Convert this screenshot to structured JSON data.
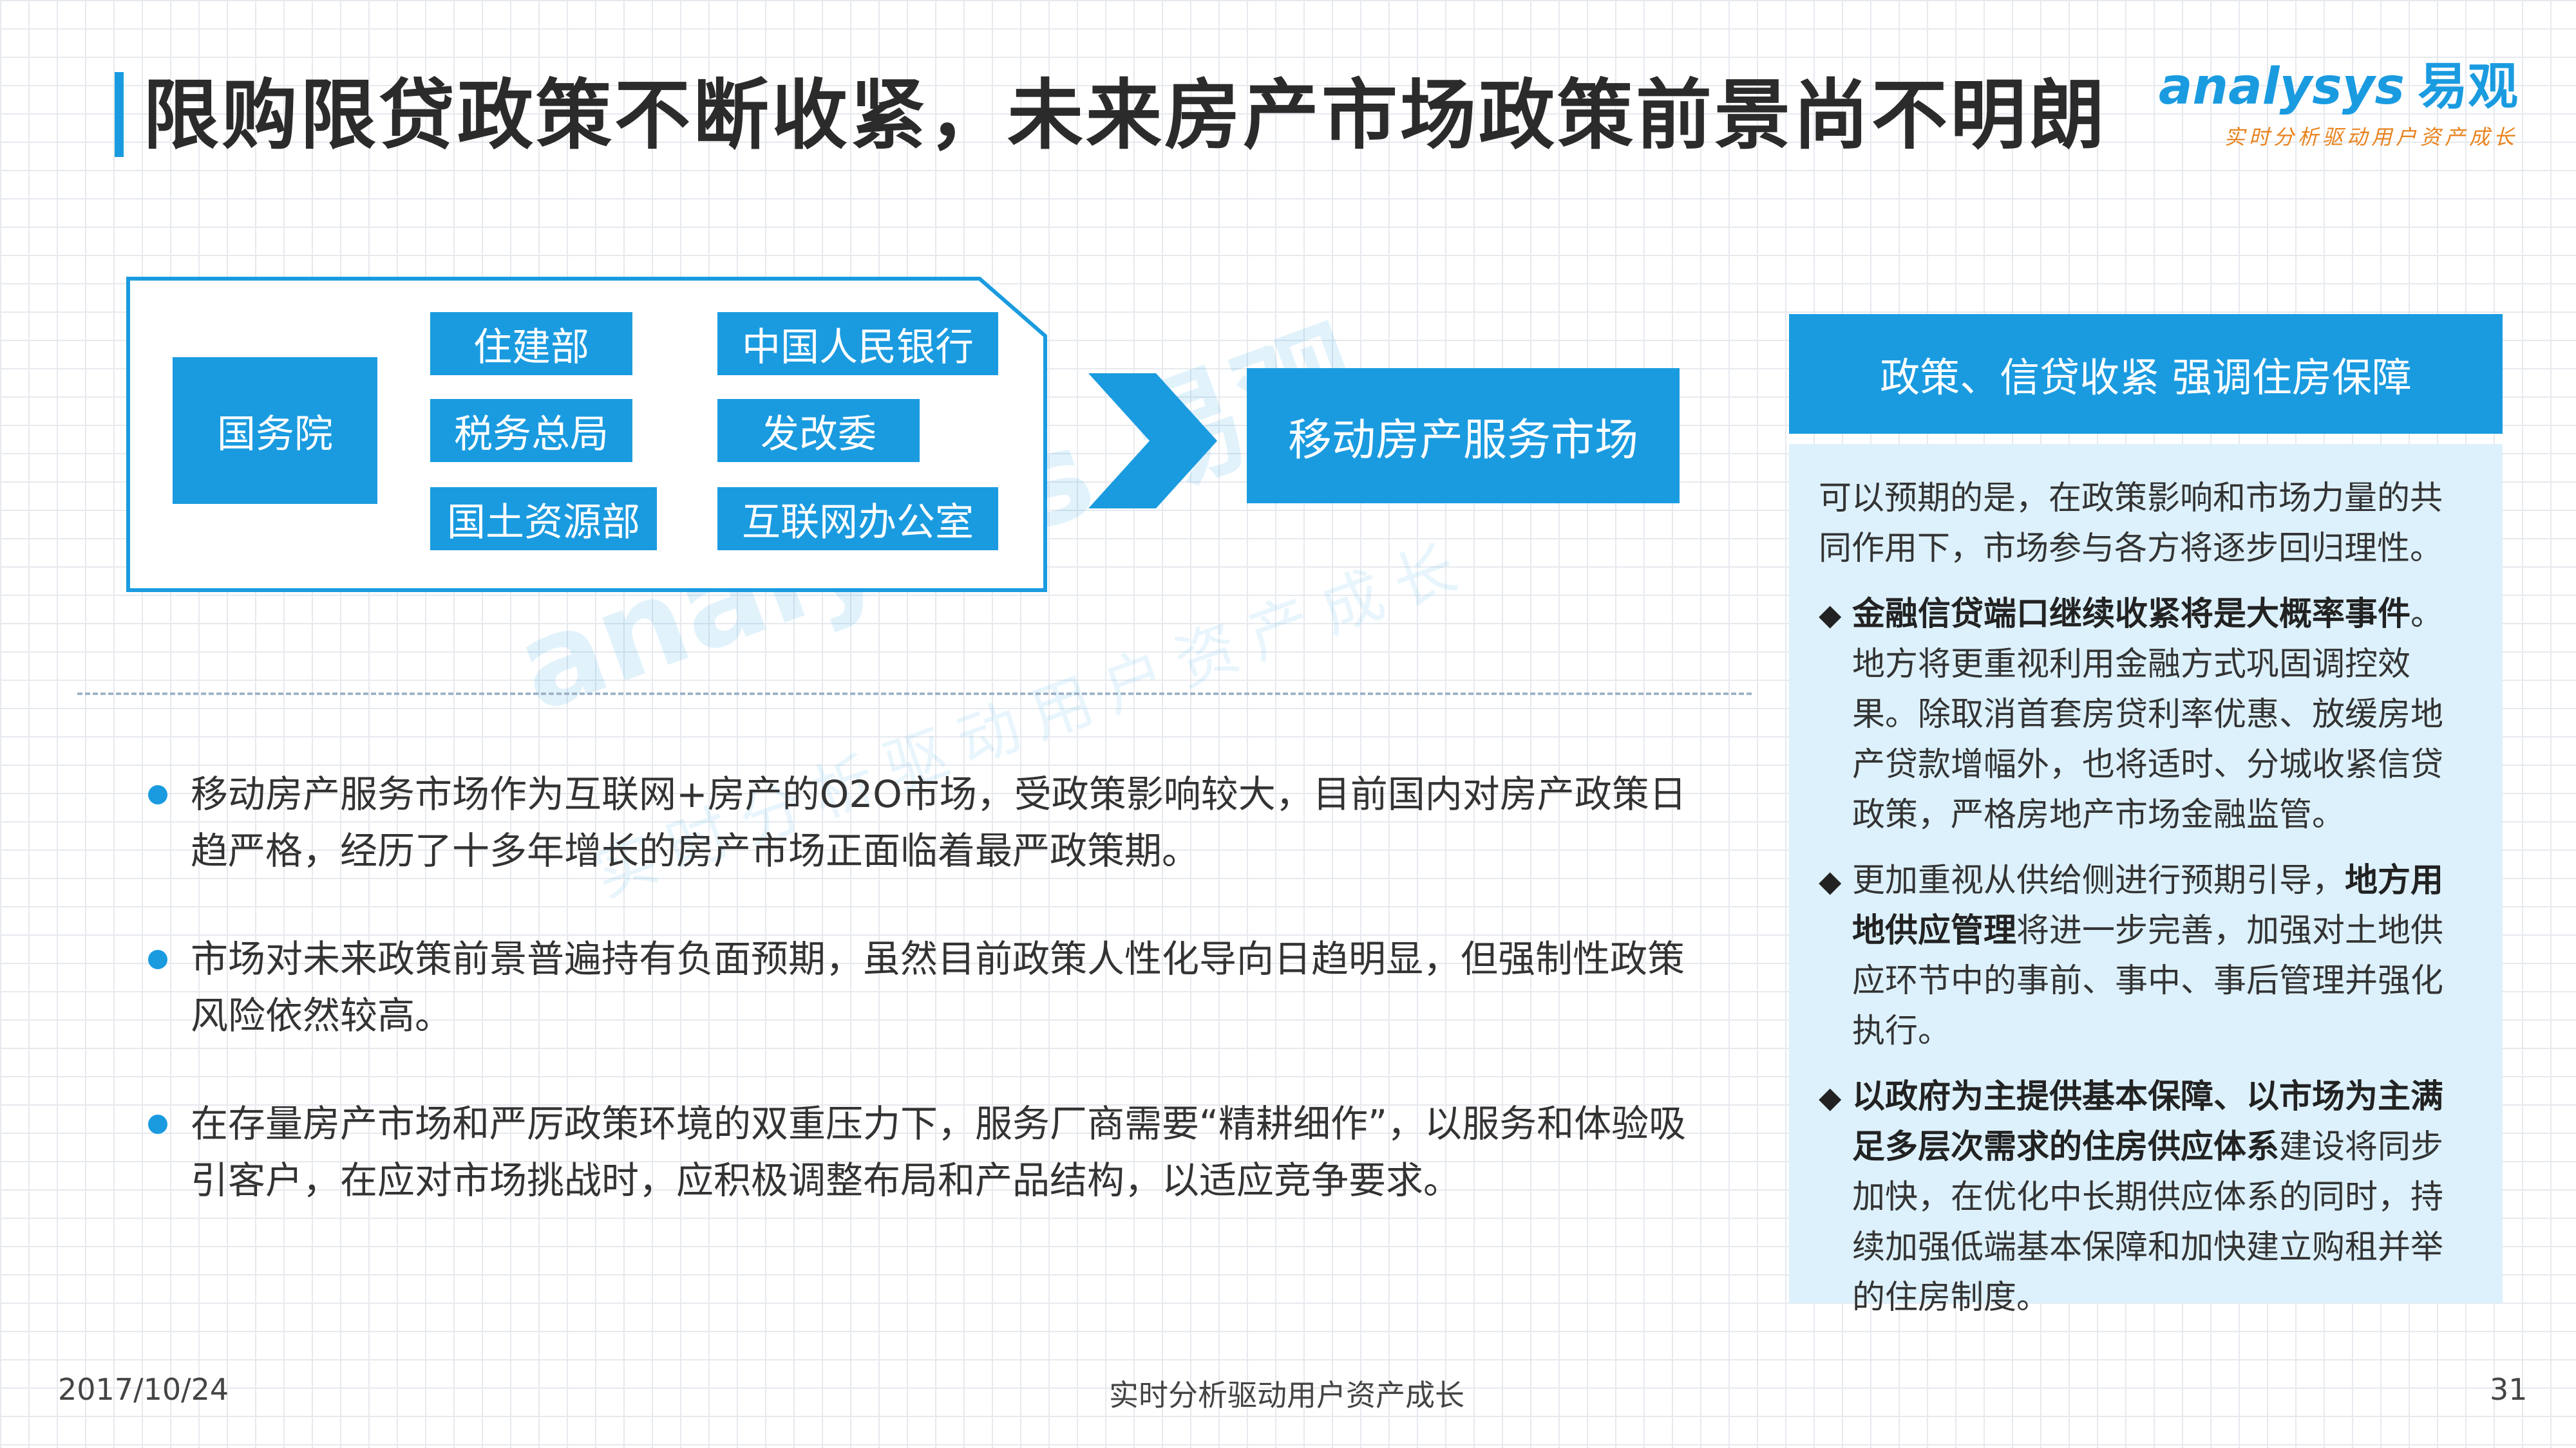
{
  "title": "限购限贷政策不断收紧，未来房产市场政策前景尚不明朗",
  "logo": {
    "latin": "analysys",
    "cn": "易观",
    "slogan": "实时分析驱动用户资产成长"
  },
  "diagram": {
    "authority": "国务院",
    "departments": [
      "住建部",
      "中国人民银行",
      "税务总局",
      "发改委",
      "国土资源部",
      "互联网办公室"
    ],
    "target": "移动房产服务市场"
  },
  "watermark": {
    "brand": "analysys 易观",
    "slogan": "实时分析驱动用户资产成长"
  },
  "bullets": [
    "移动房产服务市场作为互联网+房产的O2O市场，受政策影响较大，目前国内对房产政策日趋严格，经历了十多年增长的房产市场正面临着最严政策期。",
    "市场对未来政策前景普遍持有负面预期，虽然目前政策人性化导向日趋明显，但强制性政策风险依然较高。",
    "在存量房产市场和严厉政策环境的双重压力下，服务厂商需要“精耕细作”，以服务和体验吸引客户，在应对市场挑战时，应积极调整布局和产品结构，以适应竞争要求。"
  ],
  "panel": {
    "header": "政策、信贷收紧 强调住房保障",
    "intro": "可以预期的是，在政策影响和市场力量的共同作用下，市场参与各方将逐步回归理性。",
    "items": [
      {
        "bold_lead": "金融信贷端口继续收紧将是大概率事件",
        "text": "。地方将更重视利用金融方式巩固调控效果。除取消首套房贷利率优惠、放缓房地产贷款增幅外，也将适时、分城收紧信贷政策，严格房地产市场金融监管。"
      },
      {
        "lead": "更加重视从供给侧进行预期引导，",
        "bold": "地方用地供应管理",
        "text": "将进一步完善，加强对土地供应环节中的事前、事中、事后管理并强化执行。"
      },
      {
        "bold_lead": "以政府为主提供基本保障、以市场为主满足多层次需求的住房供应体系",
        "text": "建设将同步加快，在优化中长期供应体系的同时，持续加强低端基本保障和加快建立购租并举的住房制度。"
      }
    ]
  },
  "footer": {
    "date": "2017/10/24",
    "center": "实时分析驱动用户资产成长",
    "page": "31"
  },
  "colors": {
    "accent": "#1a9be0",
    "panel_bg": "#ddf1fc",
    "logo_sub": "#e8831e"
  }
}
